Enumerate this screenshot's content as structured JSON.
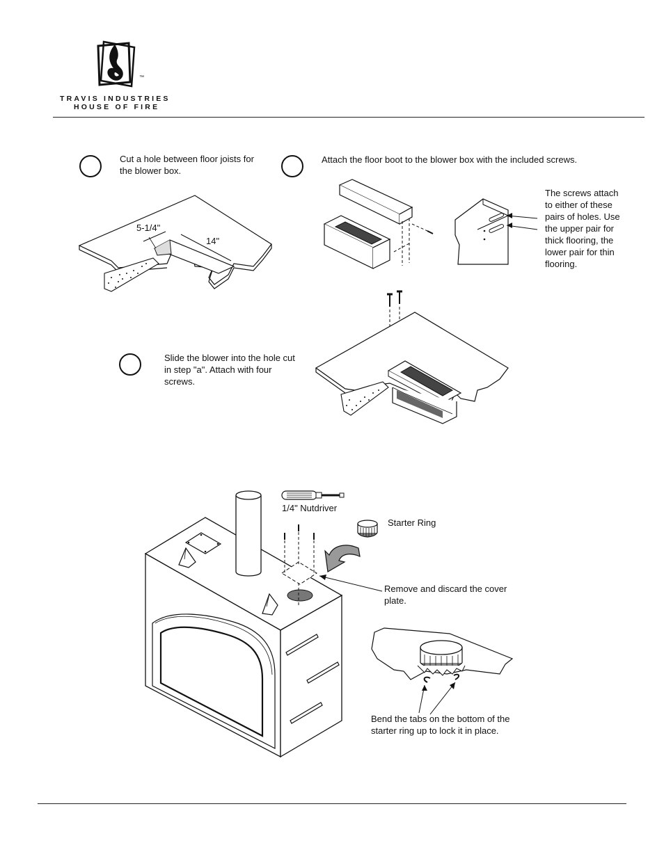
{
  "header": {
    "brand_line1": "TRAVIS INDUSTRIES",
    "brand_line2": "HOUSE OF FIRE",
    "trademark": "™"
  },
  "step_a": {
    "text": "Cut a hole between floor joists for the blower box.",
    "dim_width": "5-1/4\"",
    "dim_length": "14\""
  },
  "step_b": {
    "text": "Attach the floor boot to the blower box with the included screws.",
    "note": "The screws attach to either of these pairs of holes.  Use the upper pair for thick flooring, the lower pair for thin flooring."
  },
  "step_c": {
    "text": "Slide the blower into the hole cut in step \"a\".  Attach with four screws."
  },
  "fireplace": {
    "tool_label": "1/4\" Nutdriver",
    "starter_ring_label": "Starter Ring",
    "cover_plate_note": "Remove and discard the cover plate.",
    "tabs_note": "Bend the tabs on the bottom of the starter ring up to lock it in place."
  }
}
